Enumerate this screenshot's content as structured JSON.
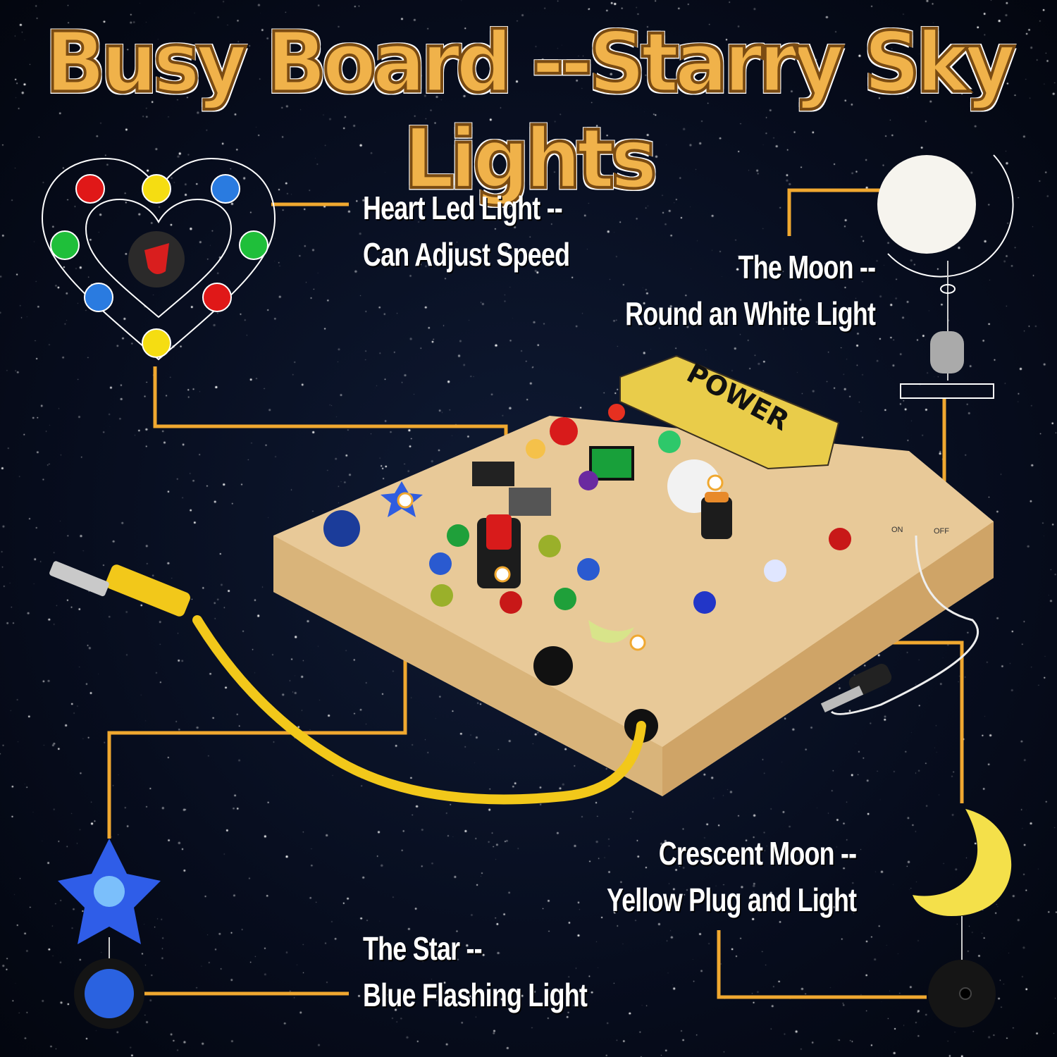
{
  "title": "Busy Board --Starry Sky Lights",
  "callouts": {
    "heart": {
      "line1": "Heart Led Light --",
      "line2": "Can Adjust Speed"
    },
    "moon": {
      "line1": "The Moon --",
      "line2": "Round an White Light"
    },
    "crescent": {
      "line1": "Crescent Moon --",
      "line2": "Yellow Plug and Light"
    },
    "star": {
      "line1": "The Star --",
      "line2": "Blue Flashing Light"
    }
  },
  "board": {
    "power_label": "POWER",
    "on_label": "ON",
    "off_label": "OFF"
  },
  "colors": {
    "accent": "#f0a830",
    "background": "#070d1e",
    "wood": "#e8c998"
  }
}
